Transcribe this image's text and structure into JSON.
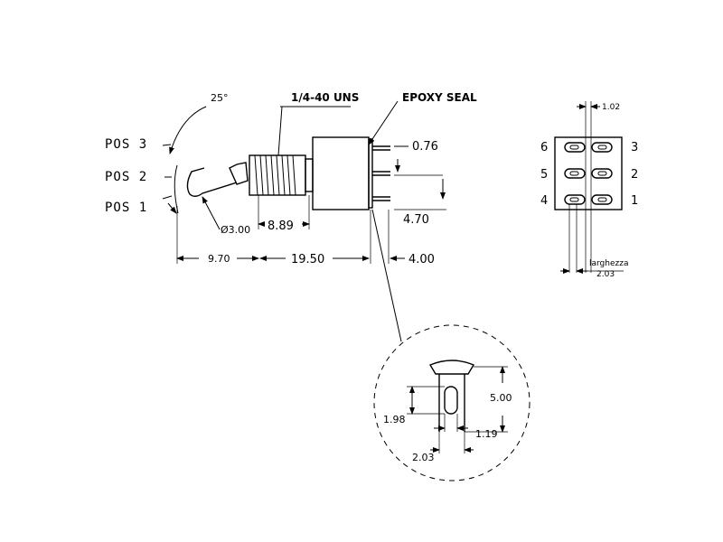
{
  "positions": {
    "pos3": "POS 3",
    "pos2": "POS 2",
    "pos1": "POS 1",
    "angle": "25°"
  },
  "side_view": {
    "thread_label": "1/4-40 UNS",
    "epoxy_label": "EPOXY SEAL",
    "dim_076": "0.76",
    "dim_470": "4.70",
    "dim_diameter": "Ø3.00",
    "dim_889": "8.89",
    "dim_970": "9.70",
    "dim_1950": "19.50",
    "dim_400": "4.00"
  },
  "pin_view": {
    "dim_102": "1.02",
    "pins_left": [
      "6",
      "5",
      "4"
    ],
    "pins_right": [
      "3",
      "2",
      "1"
    ],
    "width_label": "larghezza",
    "dim_203": "2.03"
  },
  "detail_view": {
    "dim_500": "5.00",
    "dim_198": "1.98",
    "dim_119": "1.19",
    "dim_203": "2.03"
  }
}
